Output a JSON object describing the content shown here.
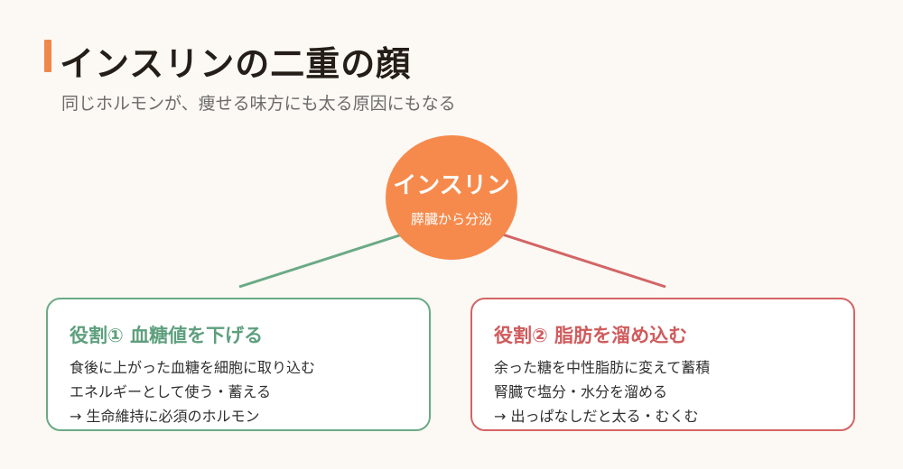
{
  "header": {
    "title": "インスリンの二重の顔",
    "subtitle": "同じホルモンが、痩せる味方にも太る原因にもなる"
  },
  "center": {
    "title": "インスリン",
    "subtitle": "膵臓から分泌"
  },
  "roles": [
    {
      "title": "役割① 血糖値を下げる",
      "lines": [
        "食後に上がった血糖を細胞に取り込む",
        "エネルギーとして使う・蓄える",
        "→ 生命維持に必須のホルモン"
      ]
    },
    {
      "title": "役割② 脂肪を溜め込む",
      "lines": [
        "余った糖を中性脂肪に変えて蓄積",
        "腎臓で塩分・水分を溜める",
        "→ 出っぱなしだと太る・むくむ"
      ]
    }
  ],
  "colors": {
    "accent": "#f0874a",
    "center": "#f68a4c",
    "positive": "#6aaa86",
    "negative": "#d36465",
    "background": "#fcf8f3"
  }
}
